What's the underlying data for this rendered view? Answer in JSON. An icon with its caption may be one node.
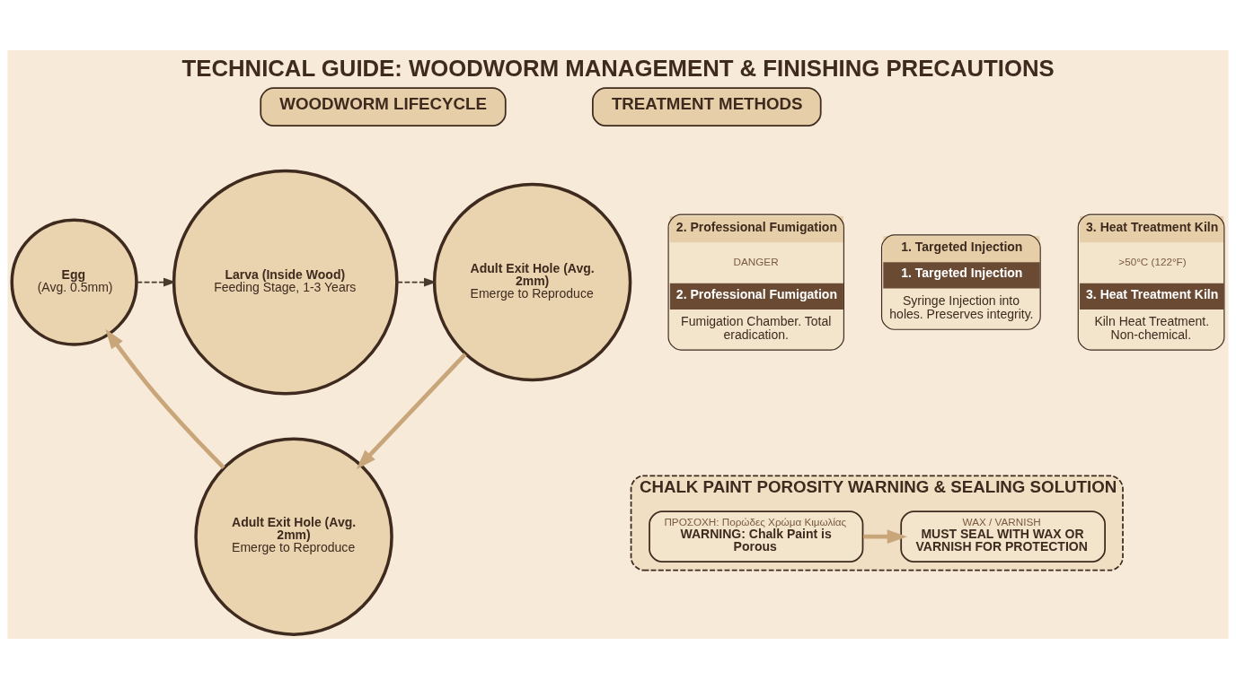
{
  "diagram": {
    "title": "TECHNICAL GUIDE: WOODWORM MANAGEMENT & FINISHING PRECAUTIONS",
    "nodes": [
      {
        "text": [
          "WOODWORM LIFECYCLE"
        ]
      },
      {
        "text": [
          "Egg",
          "(Avg. 0.5mm)"
        ]
      },
      {
        "text": [
          "Larva (Inside Wood)",
          "Feeding Stage, 1-3 Years"
        ]
      },
      {
        "text": [
          "Adult Exit Hole (Avg. 2mm)",
          "Emerge to Reproduce"
        ]
      },
      {
        "text": [
          "Adult Exit Hole (Avg. 2mm)",
          "Emerge to Reproduce"
        ]
      },
      {
        "text": [
          "TREATMENT METHODS"
        ]
      },
      {
        "text": [
          "1. Targeted Injection",
          "1. Targeted Injection",
          "Syringe Injection into holes. Preserves integrity."
        ]
      },
      {
        "text": [
          "2. Professional Fumigation",
          "DANGER",
          "2. Professional Fumigation",
          "Fumigation Chamber. Total eradication."
        ]
      },
      {
        "text": [
          "3. Heat Treatment Kiln",
          ">50°C (122°F)",
          "3. Heat Treatment Kiln",
          "Kiln Heat Treatment. Non-chemical."
        ]
      },
      {
        "text": [
          "CHALK PAINT POROSITY WARNING & SEALING SOLUTION"
        ]
      },
      {
        "text": [
          "ΠΡΟΣΟΧΗ: Πορώδες Χρώμα Κιμωλίας",
          "WARNING: Chalk Paint is Porous"
        ],
        "in": 9
      },
      {
        "text": [
          "WAX / VARNISH",
          "MUST SEAL WITH WAX OR VARNISH FOR PROTECTION"
        ],
        "in": 9
      }
    ],
    "edges": [
      {
        "from": 1,
        "to": 2,
        "arrow": "to",
        "style": "dashed",
        "color": "#4a3a2e"
      },
      {
        "from": 2,
        "to": 3,
        "arrow": "to",
        "style": "dashed",
        "color": "#4a3a2e"
      },
      {
        "from": 3,
        "to": 4,
        "arrow": "to"
      },
      {
        "from": 4,
        "to": 1,
        "arrow": "to"
      },
      {
        "from": 10,
        "to": 11,
        "arrow": "to"
      }
    ]
  }
}
